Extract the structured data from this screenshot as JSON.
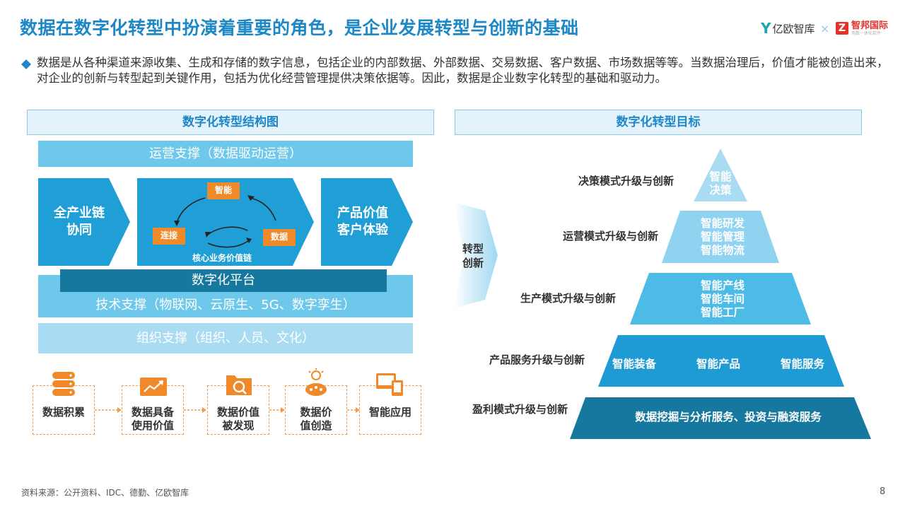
{
  "header": {
    "title": "数据在数字化转型中扮演着重要的角色，是企业发展转型与创新的基础",
    "logo_a_mark": "Y",
    "logo_a_text": "亿欧智库",
    "logo_separator": "×",
    "logo_b_mark": "Z",
    "logo_b_text": "智邦国际",
    "logo_b_sub": "用数一体化软件"
  },
  "intro": "数据是从各种渠道来源收集、生成和存储的数字信息，包括企业的内部数据、外部数据、交易数据、客户数据、市场数据等等。当数据治理后，价值才能被创造出来，对企业的创新与转型起到关键作用，包括为优化经营管理提供决策依据等。因此，数据是企业数字化转型的基础和驱动力。",
  "left": {
    "heading": "数字化转型结构图",
    "ops_support": "运营支撑（数据驱动运营）",
    "chain_left_1": "全产业链",
    "chain_left_2": "协同",
    "cycle_top": "智能",
    "cycle_left": "连接",
    "cycle_right": "数据",
    "cycle_caption": "核心业务价值链",
    "chain_right_1": "产品价值",
    "chain_right_2": "客户体验",
    "platform": "数字化平台",
    "tech_support": "技术支撑（物联网、云原生、5G、数字孪生）",
    "org_support": "组织支撑（组织、人员、文化）",
    "flow": [
      {
        "l1": "数据积累",
        "l2": "",
        "icon": "database-icon"
      },
      {
        "l1": "数据具备",
        "l2": "使用价值",
        "icon": "trend-chart-icon"
      },
      {
        "l1": "数据价值",
        "l2": "被发现",
        "icon": "magnifier-folder-icon"
      },
      {
        "l1": "数据价",
        "l2": "值创造",
        "icon": "lightbulb-brain-icon"
      },
      {
        "l1": "智能应用",
        "l2": "",
        "icon": "devices-icon"
      }
    ]
  },
  "right": {
    "heading": "数字化转型目标",
    "transform_1": "转型",
    "transform_2": "创新",
    "levels": [
      {
        "label": "决策模式升级与创新",
        "content": [
          "智能",
          "决策"
        ]
      },
      {
        "label": "运营模式升级与创新",
        "content": [
          "智能研发",
          "智能管理",
          "智能物流"
        ]
      },
      {
        "label": "生产模式升级与创新",
        "content": [
          "智能产线",
          "智能车间",
          "智能工厂"
        ]
      },
      {
        "label": "产品服务升级与创新",
        "content": [
          "智能装备",
          "智能产品",
          "智能服务"
        ]
      },
      {
        "label": "盈利模式升级与创新",
        "content": [
          "数据挖掘与分析服务、投资与融资服务"
        ]
      }
    ]
  },
  "colors": {
    "title_blue": "#1e88c7",
    "dark_blue": "#17789f",
    "mid_blue": "#1f9fd6",
    "light_blue": "#6ec8ec",
    "orange": "#f0892a"
  },
  "footer": {
    "source": "资料来源：公开资料、IDC、德勤、亿欧智库",
    "page": "8"
  }
}
